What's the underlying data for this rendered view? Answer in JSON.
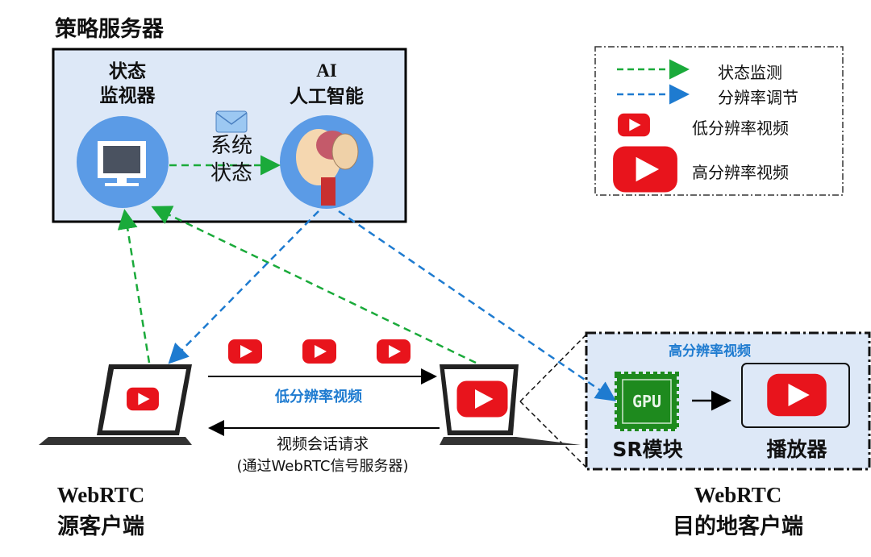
{
  "server": {
    "title": "策略服务器",
    "monitor_label": [
      "状态",
      "监视器"
    ],
    "ai_label": [
      "AI",
      "人工智能"
    ],
    "system_state": [
      "系统",
      "状态"
    ]
  },
  "legend": {
    "items": [
      {
        "icon": "green-dashed-arrow",
        "label": "状态监测"
      },
      {
        "icon": "blue-dashed-arrow",
        "label": "分辨率调节"
      },
      {
        "icon": "small-video-icon",
        "label": "低分辨率视频"
      },
      {
        "icon": "large-video-icon",
        "label": "高分辨率视频"
      }
    ]
  },
  "flows": {
    "low_res": "低分辨率视频",
    "request": "视频会话请求",
    "request_via": "(通过WebRTC信号服务器)"
  },
  "dest": {
    "high_res": "高分辨率视频",
    "gpu": "GPU",
    "sr": "SR模块",
    "player": "播放器"
  },
  "clients": {
    "source": [
      "WebRTC",
      "源客户端"
    ],
    "destination": [
      "WebRTC",
      "目的地客户端"
    ]
  },
  "colors": {
    "green": "#1aaa3a",
    "blue": "#1e7bd0",
    "red": "#e8141c",
    "panel": "#dde8f7",
    "circle": "#5b9be6"
  }
}
